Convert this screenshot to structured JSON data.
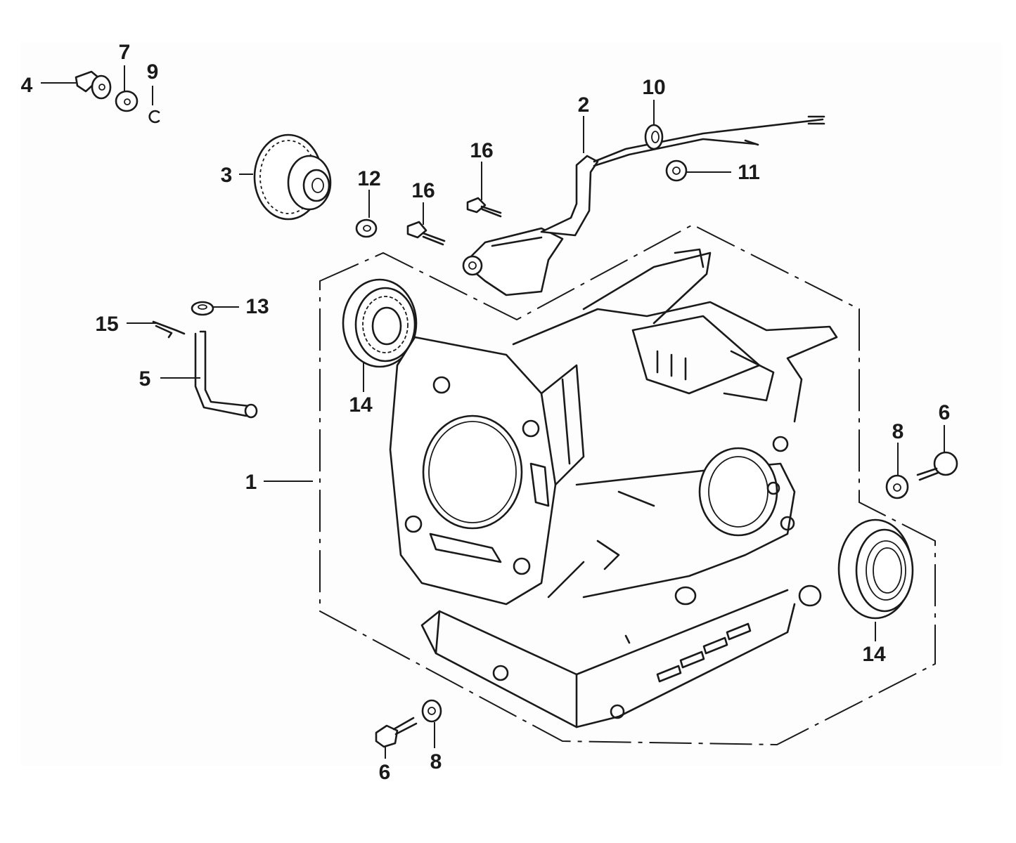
{
  "diagram": {
    "title": "Cylinder barrel / crankcase exploded parts view",
    "ink_color": "#1a1a1a",
    "background_color": "#ffffff",
    "callouts": [
      {
        "id": "c1",
        "number": "1",
        "part": "cylinder-barrel"
      },
      {
        "id": "c2",
        "number": "2",
        "part": "oil-level-switch"
      },
      {
        "id": "c3",
        "number": "3",
        "part": "governor-gear"
      },
      {
        "id": "c4",
        "number": "4",
        "part": "governor-holder-shaft"
      },
      {
        "id": "c5",
        "number": "5",
        "part": "governor-arm-shaft"
      },
      {
        "id": "c6a",
        "number": "6",
        "part": "flange-bolt"
      },
      {
        "id": "c6b",
        "number": "6",
        "part": "flange-bolt"
      },
      {
        "id": "c7",
        "number": "7",
        "part": "washer"
      },
      {
        "id": "c8a",
        "number": "8",
        "part": "washer"
      },
      {
        "id": "c8b",
        "number": "8",
        "part": "washer"
      },
      {
        "id": "c9",
        "number": "9",
        "part": "clip"
      },
      {
        "id": "c10",
        "number": "10",
        "part": "bearing"
      },
      {
        "id": "c11",
        "number": "11",
        "part": "oil-seal"
      },
      {
        "id": "c12",
        "number": "12",
        "part": "grommet"
      },
      {
        "id": "c13",
        "number": "13",
        "part": "nut"
      },
      {
        "id": "c14a",
        "number": "14",
        "part": "washer"
      },
      {
        "id": "c14b",
        "number": "14",
        "part": "washer"
      },
      {
        "id": "c15",
        "number": "15",
        "part": "pin"
      },
      {
        "id": "c16a",
        "number": "16",
        "part": "flange-bolt"
      },
      {
        "id": "c16b",
        "number": "16",
        "part": "flange-bolt"
      }
    ]
  }
}
